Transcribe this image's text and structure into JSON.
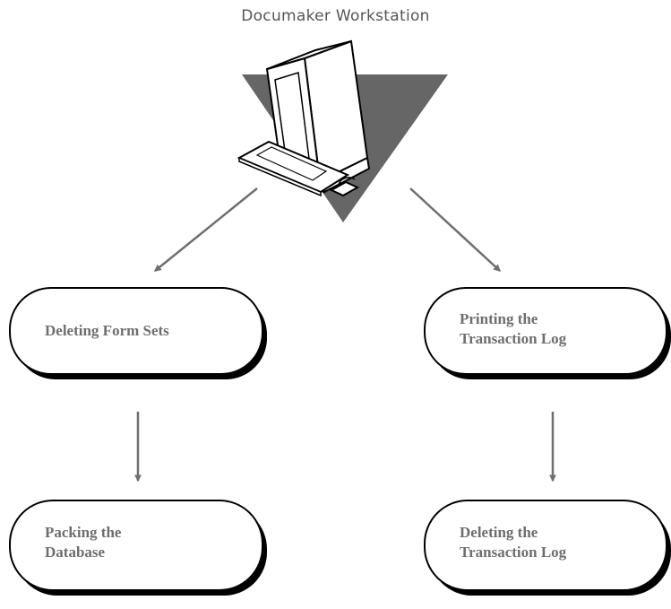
{
  "title": "Documaker Workstation",
  "nodes": [
    {
      "id": "delete-form-sets",
      "lines": [
        "Deleting Form Sets"
      ]
    },
    {
      "id": "print-log",
      "lines": [
        "Printing the",
        "Transaction Log"
      ]
    },
    {
      "id": "pack-db",
      "lines": [
        "Packing the",
        "Database"
      ]
    },
    {
      "id": "delete-log",
      "lines": [
        "Deleting the",
        "Transaction Log"
      ]
    }
  ],
  "colors": {
    "title": "#555555",
    "node_text": "#6e6e6e",
    "arrow": "#6f6f6f",
    "triangle": "#666666",
    "shadow": "#000000"
  }
}
